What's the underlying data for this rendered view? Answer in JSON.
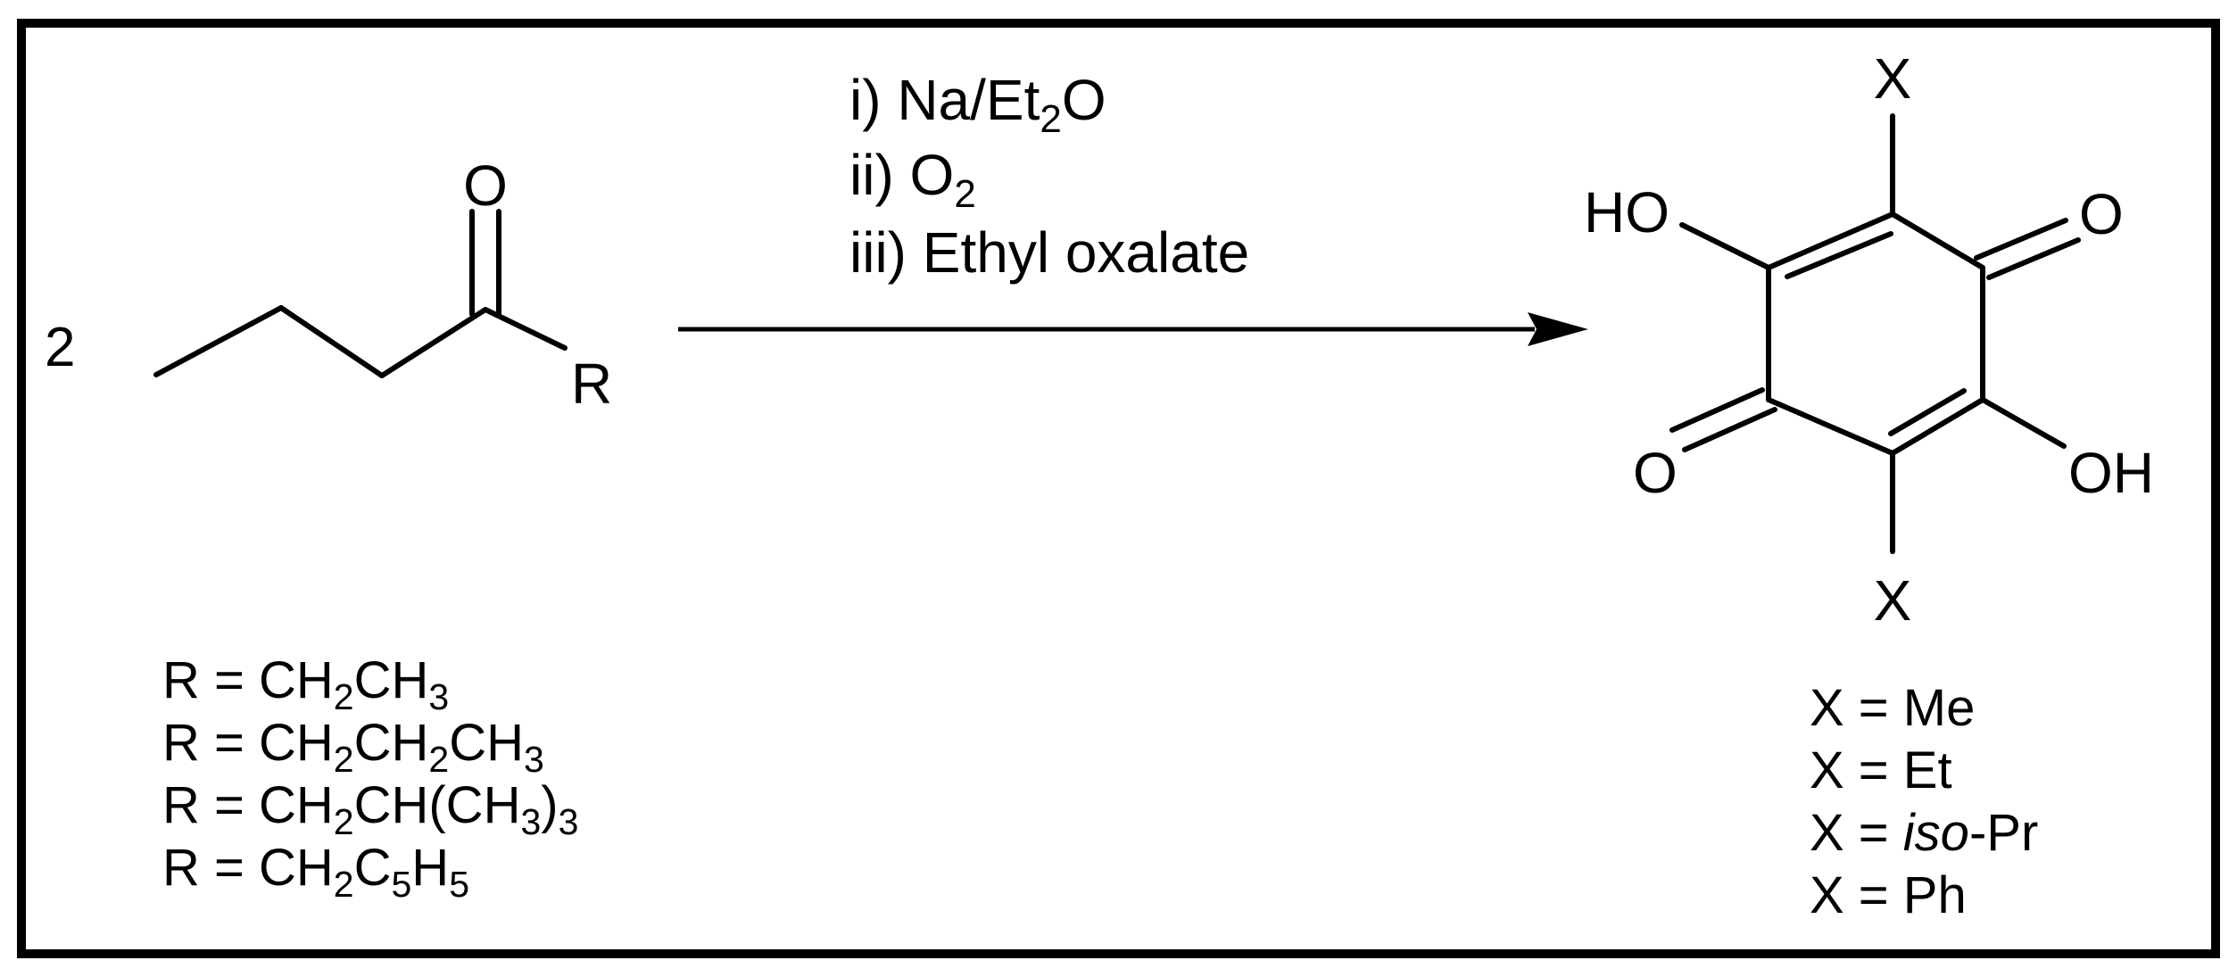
{
  "reactant": {
    "coefficient": "2",
    "carbonyl_o": "O",
    "r_group": "R"
  },
  "conditions": {
    "step1": {
      "prefix": "i) Na/Et",
      "sub": "2",
      "suffix": "O"
    },
    "step2": {
      "prefix": "ii) O",
      "sub": "2",
      "suffix": ""
    },
    "step3": {
      "prefix": "iii) Ethyl oxalate",
      "sub": "",
      "suffix": ""
    }
  },
  "product": {
    "x_top": "X",
    "x_bottom": "X",
    "ho_left": "HO",
    "o_right": "O",
    "o_left": "O",
    "oh_right": "OH"
  },
  "r_options": [
    {
      "lhs": "R = ",
      "parts": [
        [
          "CH",
          ""
        ],
        [
          "2",
          "sub"
        ],
        [
          "CH",
          ""
        ],
        [
          "3",
          "sub"
        ]
      ]
    },
    {
      "lhs": "R = ",
      "parts": [
        [
          "CH",
          ""
        ],
        [
          "2",
          "sub"
        ],
        [
          "CH",
          ""
        ],
        [
          "2",
          "sub"
        ],
        [
          "CH",
          ""
        ],
        [
          "3",
          "sub"
        ]
      ]
    },
    {
      "lhs": "R = ",
      "parts": [
        [
          "CH",
          ""
        ],
        [
          "2",
          "sub"
        ],
        [
          "CH(CH",
          ""
        ],
        [
          "3",
          "sub"
        ],
        [
          ")",
          ""
        ],
        [
          "3",
          "sub"
        ]
      ]
    },
    {
      "lhs": "R = ",
      "parts": [
        [
          "CH",
          ""
        ],
        [
          "2",
          "sub"
        ],
        [
          "C",
          ""
        ],
        [
          "5",
          "sub"
        ],
        [
          "H",
          ""
        ],
        [
          "5",
          "sub"
        ]
      ]
    }
  ],
  "x_options": [
    {
      "lhs": "X = ",
      "parts": [
        [
          "Me",
          ""
        ]
      ]
    },
    {
      "lhs": "X = ",
      "parts": [
        [
          "Et",
          ""
        ]
      ]
    },
    {
      "lhs": "X = ",
      "parts": [
        [
          "iso",
          "italic"
        ],
        [
          "-Pr",
          ""
        ]
      ]
    },
    {
      "lhs": "X = ",
      "parts": [
        [
          "Ph",
          ""
        ]
      ]
    }
  ],
  "colors": {
    "ink": "#000000",
    "background": "#ffffff"
  }
}
